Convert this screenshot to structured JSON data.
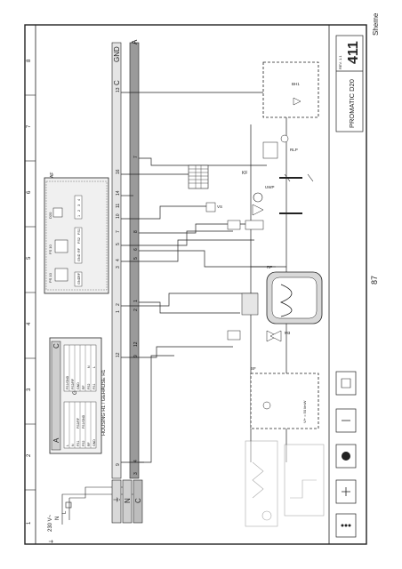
{
  "page": {
    "number": "87",
    "sheet_label": "Sheme"
  },
  "title_block": {
    "model": "PROMATIC D20",
    "scheme_number": "411",
    "revision": "REV. 1.1"
  },
  "columns": [
    "1",
    "2",
    "3",
    "4",
    "5",
    "6",
    "7",
    "8"
  ],
  "supply": {
    "voltage": "230 V~",
    "n": "N",
    "l": "L",
    "pe": "⏚"
  },
  "bus_rails": {
    "left_labels": [
      "⏚",
      "N",
      "C"
    ],
    "right_labels": [
      "GND",
      "C",
      "A"
    ],
    "top_rail_terminals": [
      "9",
      "12",
      "1",
      "2",
      "3",
      "4",
      "5",
      "7",
      "10",
      "11",
      "14",
      "16",
      "13"
    ],
    "bottom_rail_terminals": [
      "3",
      "4",
      "9",
      "12",
      "2",
      "1",
      "5",
      "6",
      "8",
      "7"
    ]
  },
  "housing": {
    "title": "HOUSING H1 / GEHÄUSE H1",
    "block_a": "A",
    "block_c": "C",
    "gnd": "GND",
    "rows_left": [
      "L",
      "N",
      "FS1",
      "FS2",
      "RF",
      "GND",
      "FS2/RF",
      "FS1/GND"
    ],
    "rows_right": [
      "FS1/GND",
      "FS2/RF",
      "GND",
      "RF",
      "FS2",
      "FS1",
      "N",
      "L"
    ]
  },
  "controller": {
    "label_af": "AF",
    "display": "D20",
    "fs": "FS 10",
    "ps": "PS 10",
    "pins": [
      "GND",
      "RF",
      "FS2",
      "FS1"
    ],
    "top_pins": [
      "1",
      "2",
      "3",
      "4"
    ]
  },
  "components": {
    "uwp": "UWP",
    "vs": "VS",
    "sf": "SF",
    "rf": "RF",
    "m3": "M3",
    "rlp": "RLP",
    "bh1": "BH1",
    "kf": "KF",
    "vb": "V/+ = 50 l/mW"
  },
  "legend_icons": [
    "boiler-icon",
    "pump-symbol-icon",
    "valve-symbol-icon",
    "solar-panel-icon",
    "terminal-strip-icon"
  ]
}
